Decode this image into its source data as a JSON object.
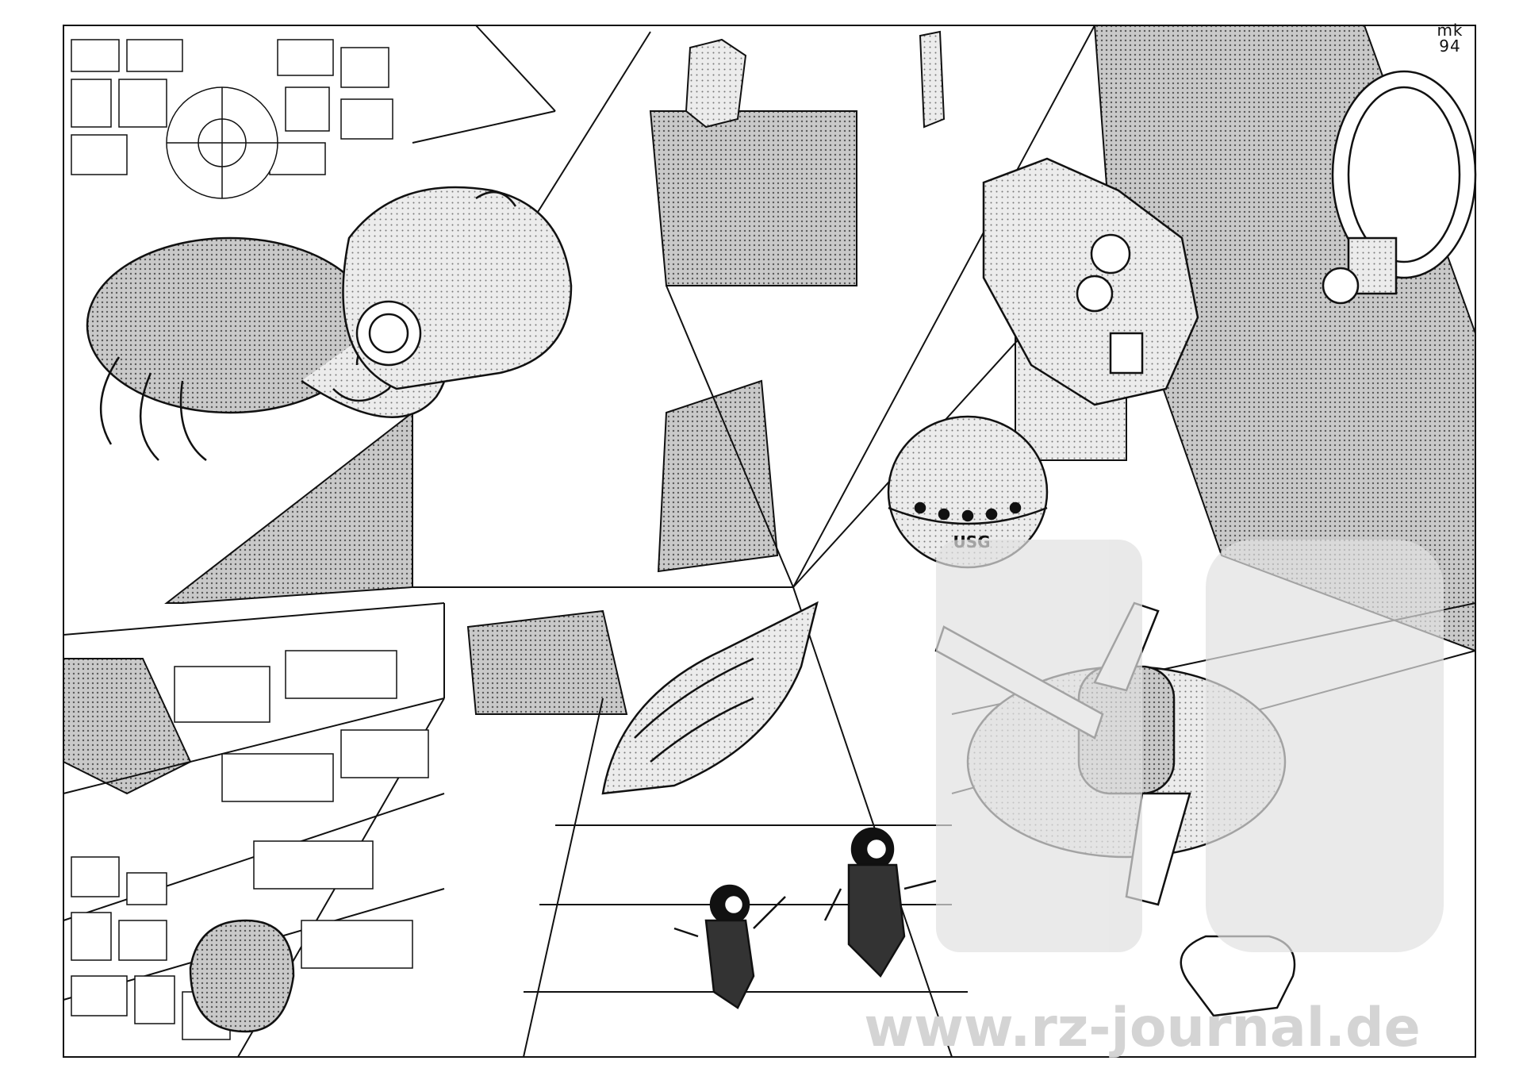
{
  "artwork": {
    "signature_line1": "mk",
    "signature_line2": "94",
    "ship_hull_text": "USG",
    "watermark_text": "www.rz-journal.de"
  },
  "colors": {
    "ink": "#111111",
    "paper": "#ffffff",
    "screentone": "#8e8e8e",
    "shade": "#b8b8b8",
    "watermark": "#e1e1e1"
  },
  "icons": {
    "signature": "signature-mark",
    "watermark": "watermark-logo"
  }
}
